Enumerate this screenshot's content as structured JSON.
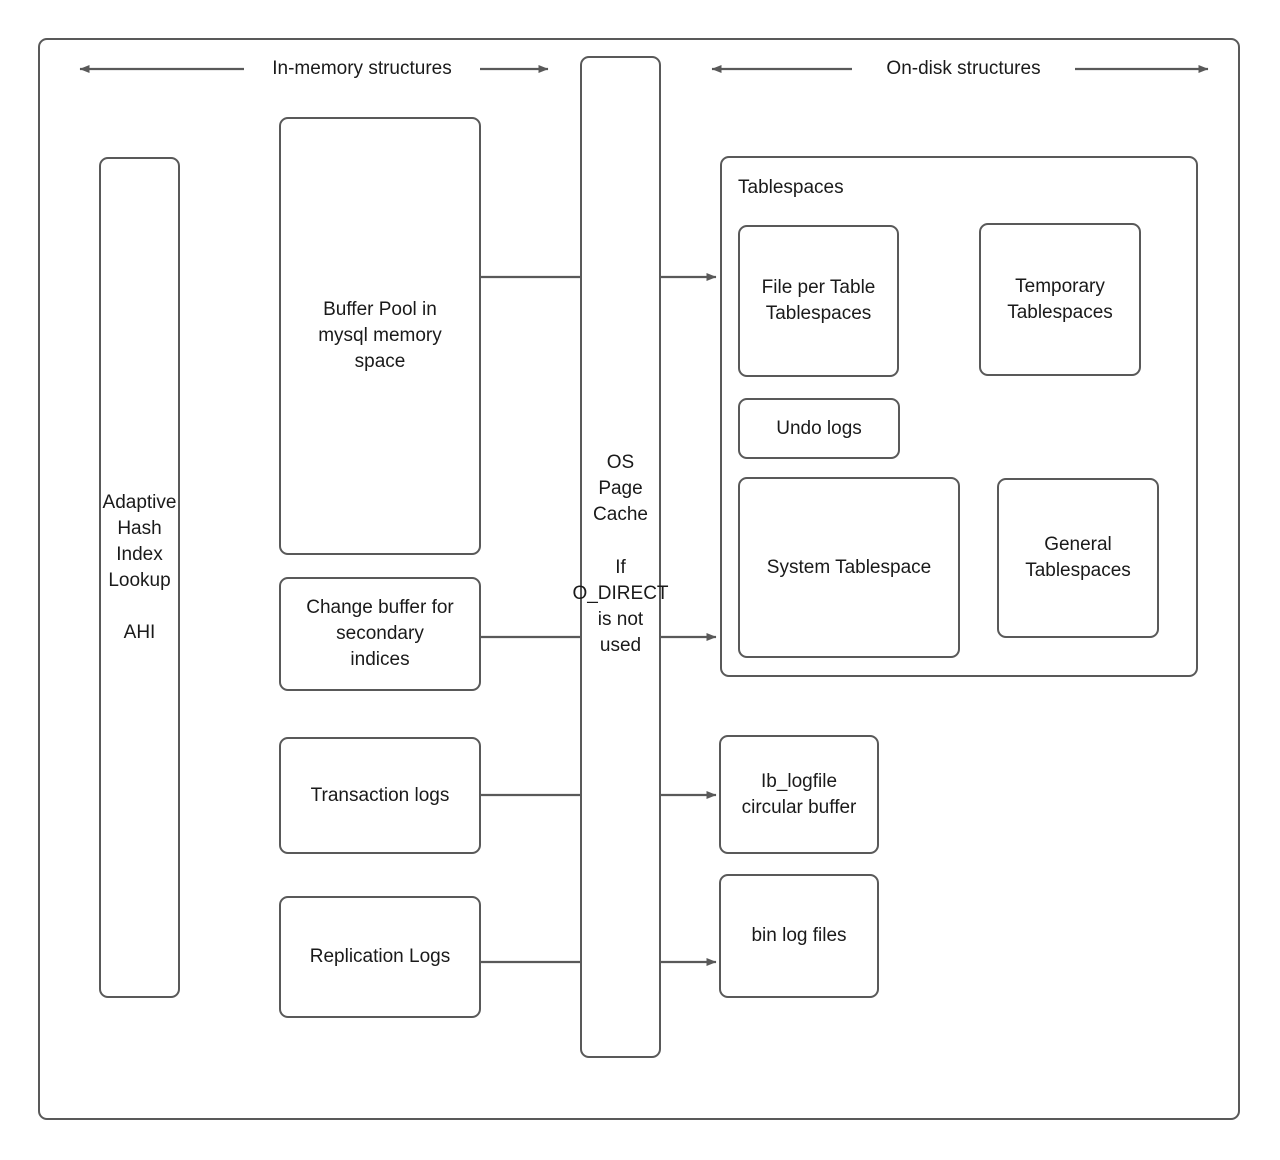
{
  "diagram": {
    "title_hidden": "",
    "headers": [
      {
        "id": "in-memory",
        "label": "In-memory structures"
      },
      {
        "id": "on-disk",
        "label": "On-disk structures"
      }
    ],
    "colors": {
      "stroke": "#595959",
      "text": "#1a1a1a",
      "background": "#ffffff"
    },
    "in_memory": {
      "ahi": {
        "label": "Adaptive\nHash\nIndex\nLookup\n\nAHI"
      },
      "buffer_pool": {
        "label": "Buffer Pool in\nmysql memory\nspace"
      },
      "change_buffer": {
        "label": "Change buffer for\nsecondary\nindices"
      },
      "transaction_logs": {
        "label": "Transaction logs"
      },
      "replication_logs": {
        "label": "Replication Logs"
      }
    },
    "os_page_cache": {
      "label_top": "OS\nPage\nCache",
      "label_bottom": "If\nO_DIRECT\nis not\nused"
    },
    "on_disk": {
      "tablespaces_group": {
        "label": "Tablespaces"
      },
      "file_per_table": {
        "label": "File per Table\nTablespaces"
      },
      "temporary": {
        "label": "Temporary\nTablespaces"
      },
      "undo_logs": {
        "label": "Undo logs"
      },
      "system_tablespace": {
        "label": "System Tablespace"
      },
      "general_tablespaces": {
        "label": "General\nTablespaces"
      },
      "ib_logfile": {
        "label": "Ib_logfile\ncircular buffer"
      },
      "bin_log_files": {
        "label": "bin log files"
      }
    },
    "connections": [
      {
        "from": "buffer_pool",
        "to": "file_per_table"
      },
      {
        "from": "change_buffer",
        "to": "system_tablespace"
      },
      {
        "from": "transaction_logs",
        "to": "ib_logfile"
      },
      {
        "from": "replication_logs",
        "to": "bin_log_files"
      }
    ]
  }
}
